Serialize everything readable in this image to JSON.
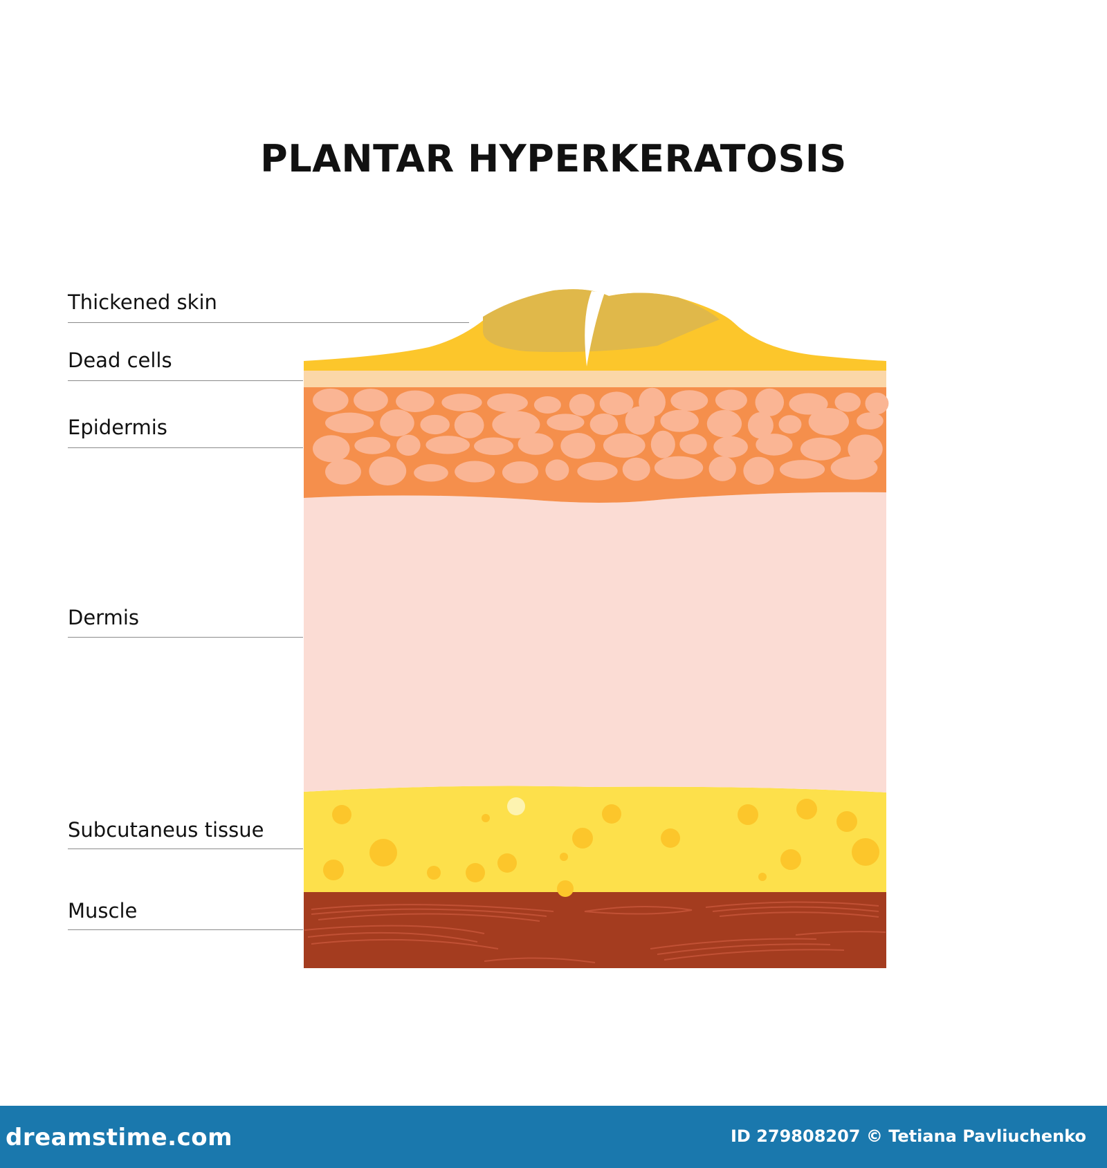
{
  "title": "PLANTAR HYPERKERATOSIS",
  "labels": [
    {
      "text": "Thickened skin"
    },
    {
      "text": "Dead cells"
    },
    {
      "text": "Epidermis"
    },
    {
      "text": "Dermis"
    },
    {
      "text": "Subcutaneus tissue"
    },
    {
      "text": "Muscle"
    }
  ],
  "colors": {
    "thickened_skin": "#fcc62b",
    "callus_core": "#e0b84a",
    "dead_cells": "#fbd7a8",
    "epidermis": "#f58f4c",
    "epidermis_cells": "#fab594",
    "dermis": "#fbdcd4",
    "subcutaneous": "#fde04b",
    "fat_globules": "#fcc62b",
    "muscle": "#a43c1f",
    "muscle_fibers": "#c7553a",
    "leader_line": "#8a8a8a",
    "footer_bar": "#1a78ad"
  },
  "footer": {
    "brand": "dreamstime.com",
    "credit": "ID 279808207 © Tetiana Pavliuchenko"
  }
}
